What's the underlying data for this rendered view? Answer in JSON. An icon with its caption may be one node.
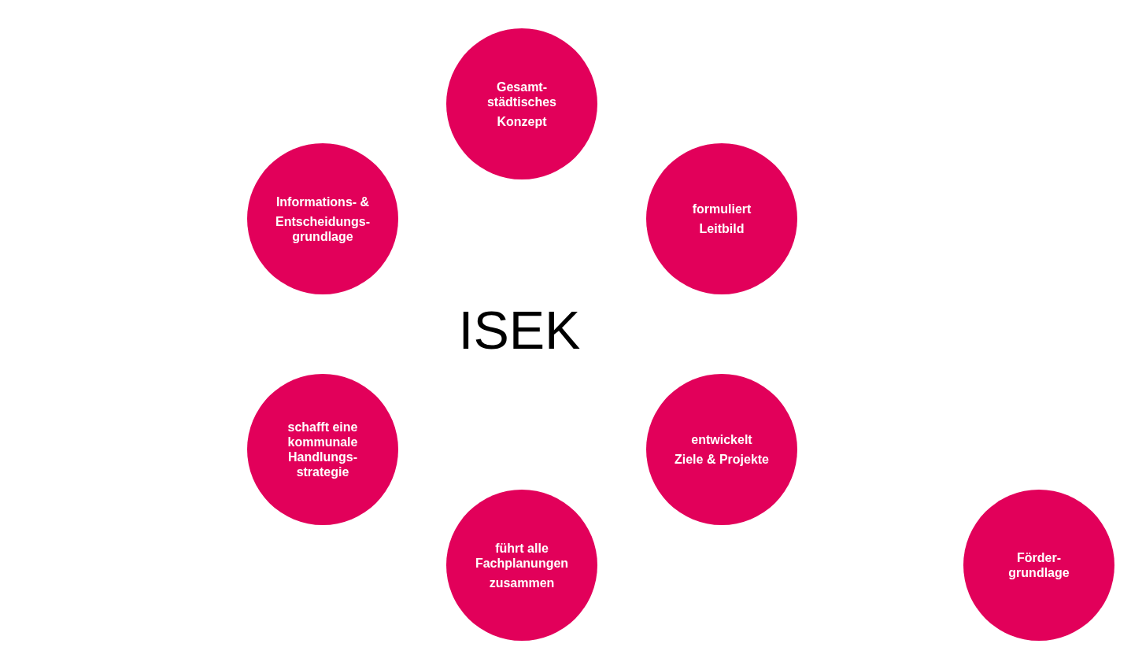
{
  "diagram": {
    "title": "ISEK",
    "nodes": [
      {
        "text": [
          "Gesamt- städtisches",
          "Konzept"
        ]
      },
      {
        "text": [
          "Informations- &",
          "Entscheidungs- grundlage"
        ]
      },
      {
        "text": [
          "formuliert",
          "Leitbild"
        ]
      },
      {
        "text": [
          "schafft eine kommunale Handlungs- strategie"
        ]
      },
      {
        "text": [
          "entwickelt",
          "Ziele & Projekte"
        ]
      },
      {
        "text": [
          "führt alle Fachplanungen",
          "zusammen"
        ]
      },
      {
        "text": [
          "Förder- grundlage"
        ]
      }
    ]
  }
}
